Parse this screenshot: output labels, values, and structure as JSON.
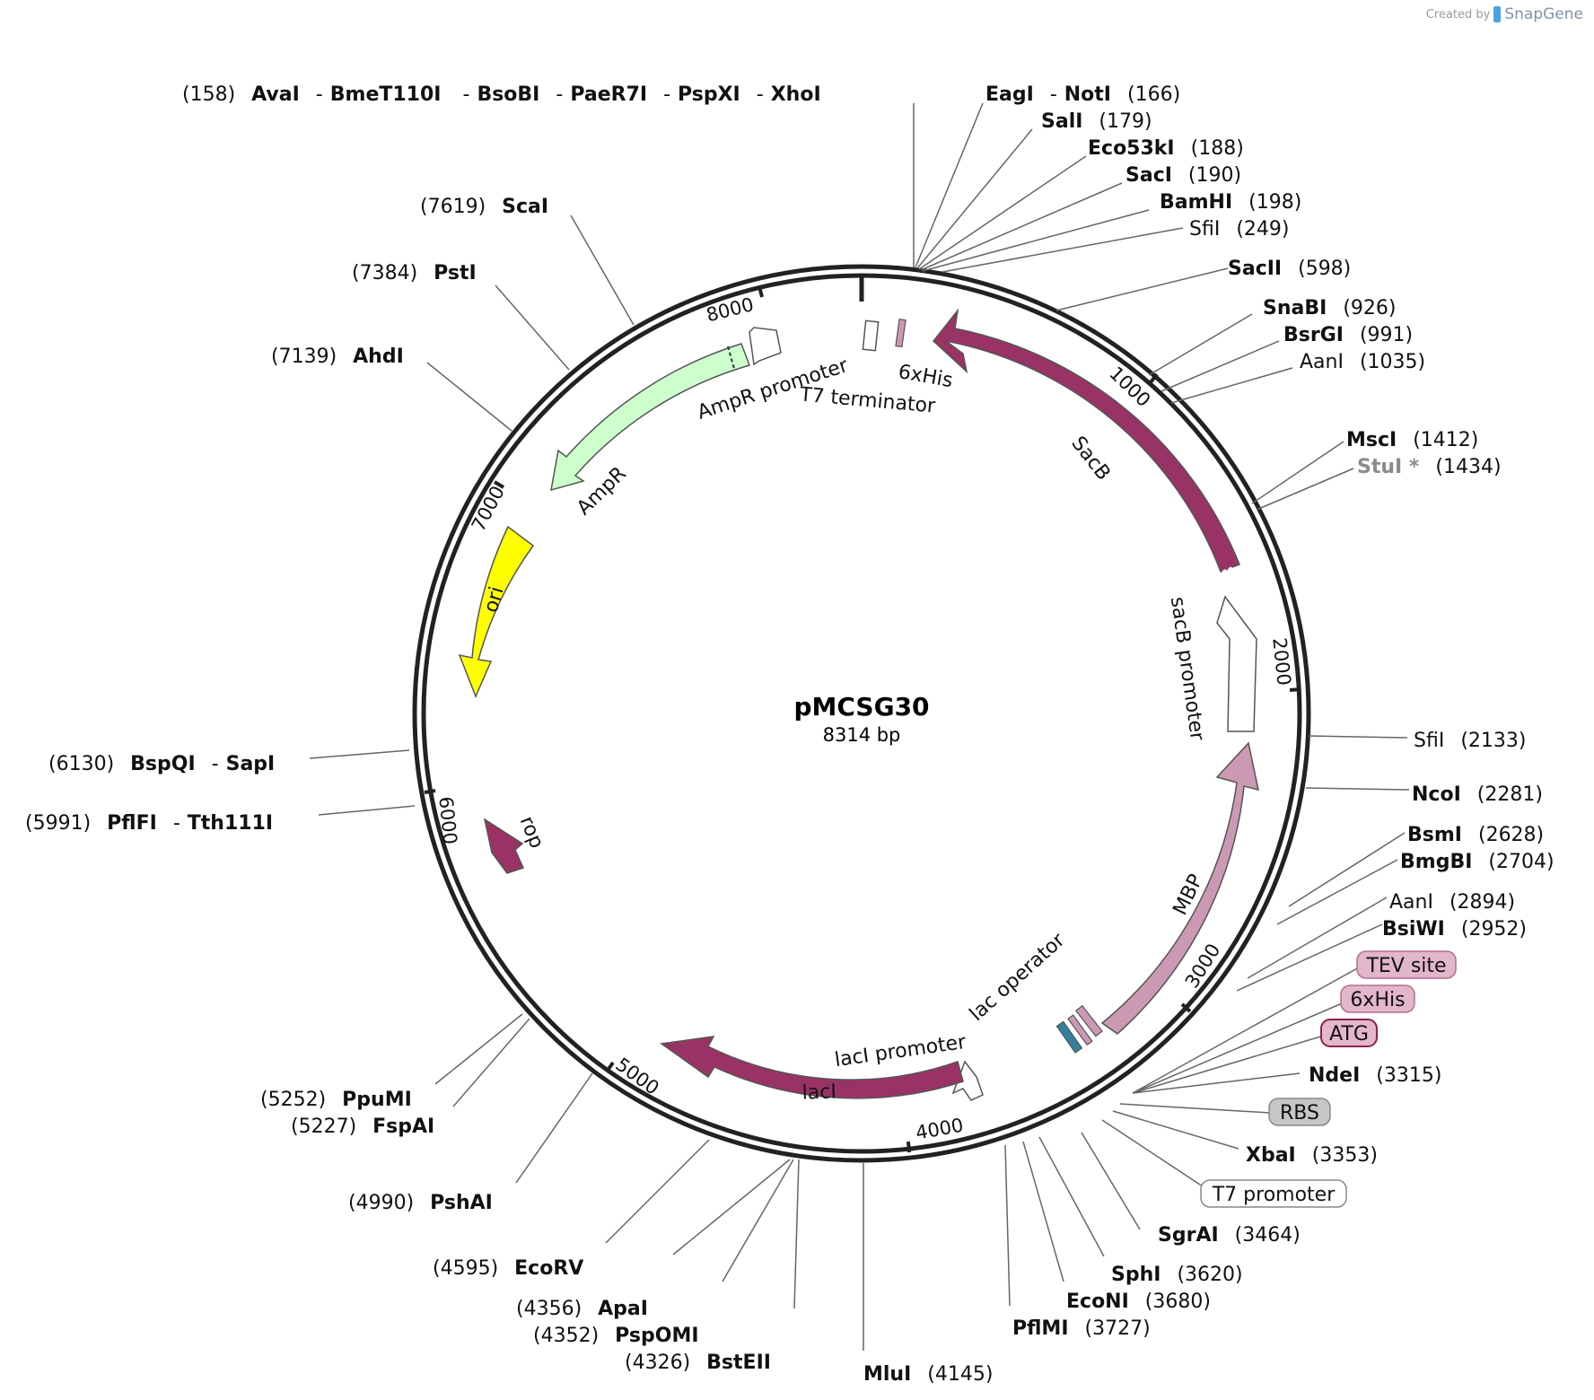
{
  "credit": {
    "created_by": "Created by",
    "brand": "SnapGene"
  },
  "plasmid": {
    "name": "pMCSG30",
    "size": "8314 bp"
  },
  "ticks": [
    "1000",
    "2000",
    "3000",
    "4000",
    "5000",
    "6000",
    "7000",
    "8000"
  ],
  "sites": [
    {
      "pos": "(158)",
      "names": [
        "AvaI",
        "BmeT110I",
        "BsoBI",
        "PaeR7I",
        "PspXI",
        "XhoI"
      ]
    },
    {
      "pos": "(166)",
      "names": [
        "EagI",
        "NotI"
      ]
    },
    {
      "pos": "(179)",
      "names": [
        "SalI"
      ]
    },
    {
      "pos": "(188)",
      "names": [
        "Eco53kI"
      ]
    },
    {
      "pos": "(190)",
      "names": [
        "SacI"
      ]
    },
    {
      "pos": "(198)",
      "names": [
        "BamHI"
      ]
    },
    {
      "pos": "(249)",
      "names": [
        "SfiI"
      ]
    },
    {
      "pos": "(598)",
      "names": [
        "SacII"
      ]
    },
    {
      "pos": "(926)",
      "names": [
        "SnaBI"
      ]
    },
    {
      "pos": "(991)",
      "names": [
        "BsrGI"
      ]
    },
    {
      "pos": "(1035)",
      "names": [
        "AanI"
      ]
    },
    {
      "pos": "(1412)",
      "names": [
        "MscI"
      ]
    },
    {
      "pos": "(1434)",
      "names": [
        "StuI *"
      ]
    },
    {
      "pos": "(2133)",
      "names": [
        "SfiI"
      ]
    },
    {
      "pos": "(2281)",
      "names": [
        "NcoI"
      ]
    },
    {
      "pos": "(2628)",
      "names": [
        "BsmI"
      ]
    },
    {
      "pos": "(2704)",
      "names": [
        "BmgBI"
      ]
    },
    {
      "pos": "(2894)",
      "names": [
        "AanI"
      ]
    },
    {
      "pos": "(2952)",
      "names": [
        "BsiWI"
      ]
    },
    {
      "pos": "(3315)",
      "names": [
        "NdeI"
      ]
    },
    {
      "pos": "(3353)",
      "names": [
        "XbaI"
      ]
    },
    {
      "pos": "(3464)",
      "names": [
        "SgrAI"
      ]
    },
    {
      "pos": "(3620)",
      "names": [
        "SphI"
      ]
    },
    {
      "pos": "(3680)",
      "names": [
        "EcoNI"
      ]
    },
    {
      "pos": "(3727)",
      "names": [
        "PflMI"
      ]
    },
    {
      "pos": "(4145)",
      "names": [
        "MluI"
      ]
    },
    {
      "pos": "(4326)",
      "names": [
        "BstEII"
      ]
    },
    {
      "pos": "(4352)",
      "names": [
        "PspOMI"
      ]
    },
    {
      "pos": "(4356)",
      "names": [
        "ApaI"
      ]
    },
    {
      "pos": "(4595)",
      "names": [
        "EcoRV"
      ]
    },
    {
      "pos": "(4990)",
      "names": [
        "PshAI"
      ]
    },
    {
      "pos": "(5227)",
      "names": [
        "FspAI"
      ]
    },
    {
      "pos": "(5252)",
      "names": [
        "PpuMI"
      ]
    },
    {
      "pos": "(5991)",
      "names": [
        "PflFI",
        "Tth111I"
      ]
    },
    {
      "pos": "(6130)",
      "names": [
        "BspQI",
        "SapI"
      ]
    },
    {
      "pos": "(7139)",
      "names": [
        "AhdI"
      ]
    },
    {
      "pos": "(7384)",
      "names": [
        "PstI"
      ]
    },
    {
      "pos": "(7619)",
      "names": [
        "ScaI"
      ]
    }
  ],
  "boxed_labels": [
    "TEV site",
    "6xHis",
    "ATG",
    "RBS",
    "T7 promoter"
  ],
  "features": [
    "SacB",
    "sacB promoter",
    "MBP",
    "lac operator",
    "lacI promoter",
    "lacI",
    "rop",
    "ori",
    "AmpR",
    "AmpR promoter",
    "T7 terminator",
    "6xHis"
  ],
  "colors": {
    "sacb": "#993366",
    "mbp": "#cc99b3",
    "laci": "#993366",
    "rop": "#993366",
    "ori": "#ffff00",
    "ampr": "#ccffcc",
    "his": "#cc99b3",
    "tev": "#33819e",
    "stui": "#8c8c8c"
  }
}
